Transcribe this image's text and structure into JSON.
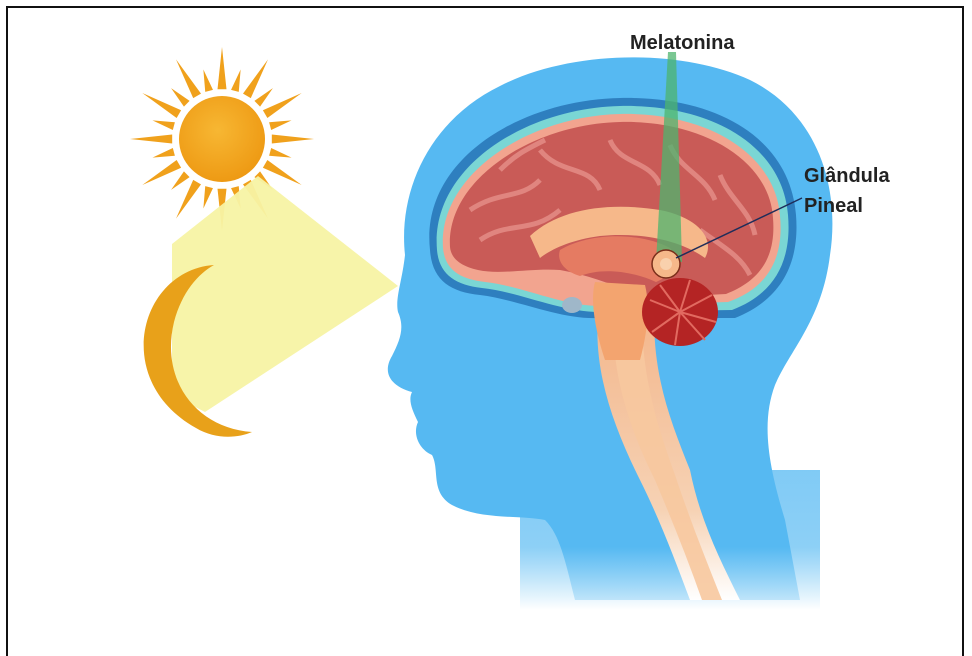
{
  "labels": {
    "melatonin": "Melatonina",
    "pineal_line1": "Glândula",
    "pineal_line2": "Pineal"
  },
  "colors": {
    "sun": "#f0a11c",
    "sun_core": "#f2a81f",
    "moon": "#e8a11a",
    "light_beam": "#f7f3a4",
    "head": "#56b9f2",
    "brain": "#c95b57",
    "cerebellum": "#b42424",
    "melatonin_beam": "#4db46e",
    "label_text": "#222222"
  }
}
